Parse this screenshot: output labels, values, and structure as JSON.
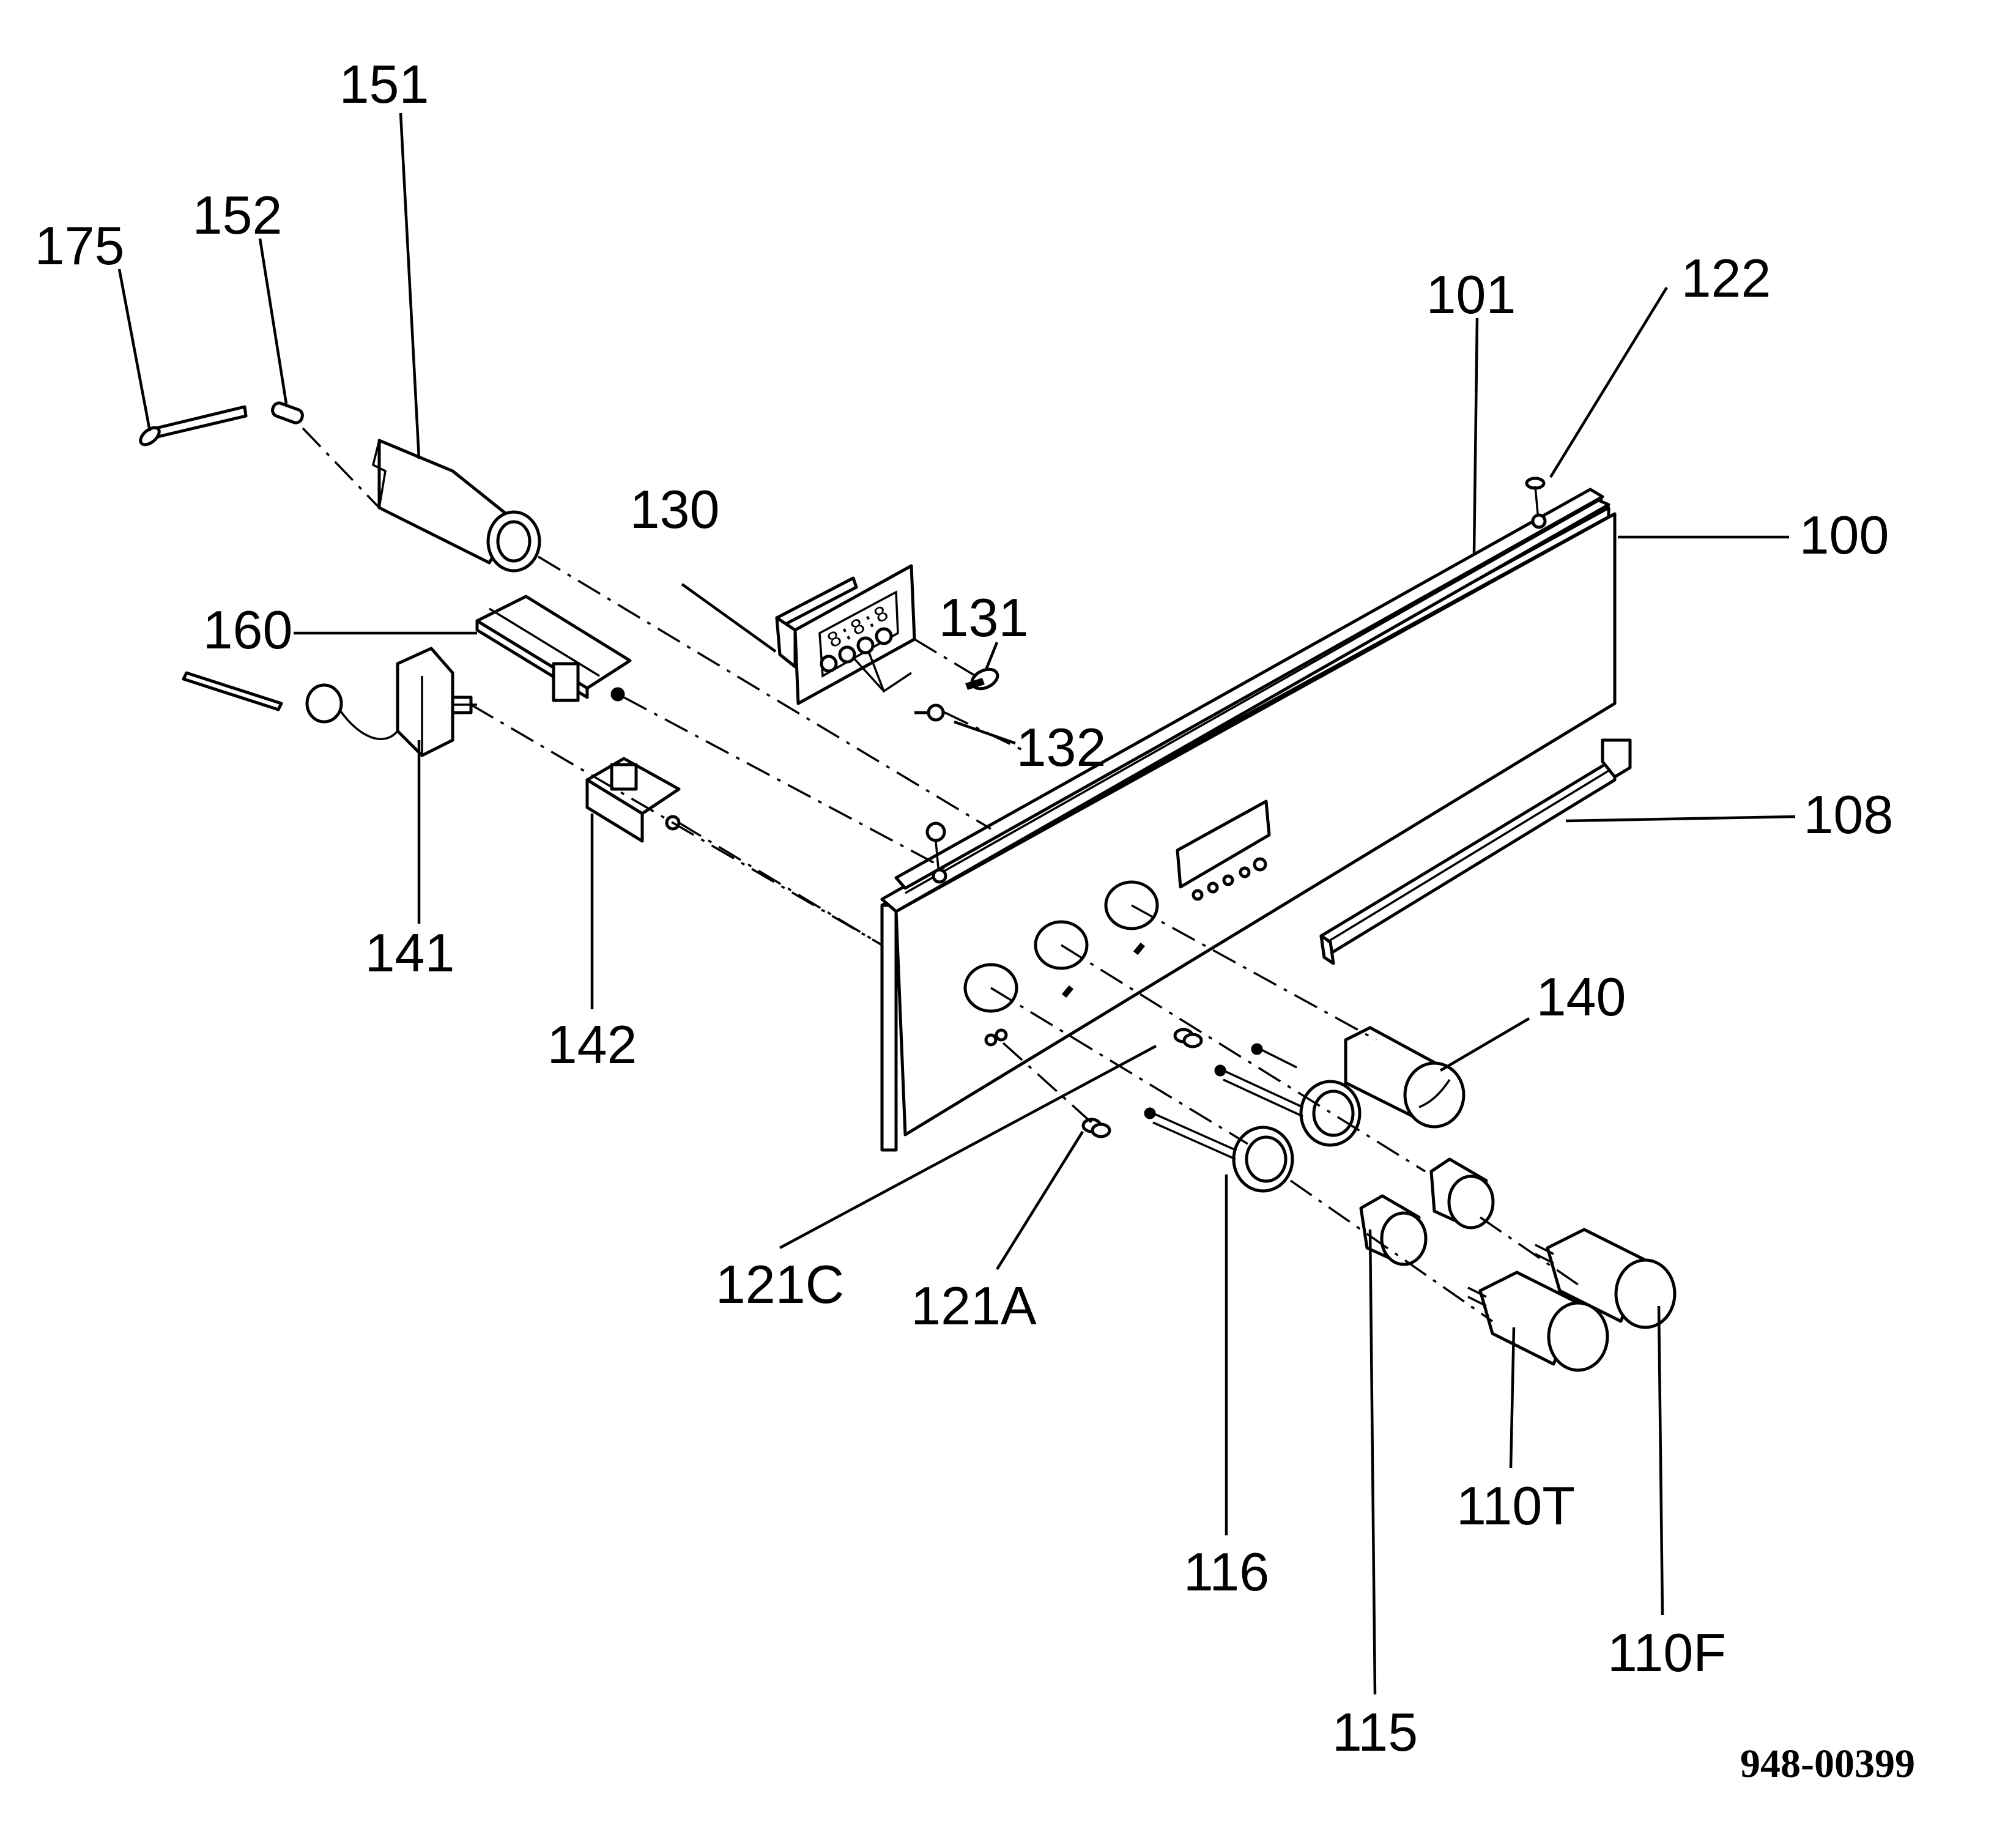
{
  "diagram": {
    "drawing_number": "948-00399",
    "parts": [
      {
        "id": "100",
        "label": "100"
      },
      {
        "id": "101",
        "label": "101"
      },
      {
        "id": "108",
        "label": "108"
      },
      {
        "id": "110F",
        "label": "110F"
      },
      {
        "id": "110T",
        "label": "110T"
      },
      {
        "id": "115",
        "label": "115"
      },
      {
        "id": "116",
        "label": "116"
      },
      {
        "id": "121A",
        "label": "121A"
      },
      {
        "id": "121C",
        "label": "121C"
      },
      {
        "id": "122",
        "label": "122"
      },
      {
        "id": "130",
        "label": "130"
      },
      {
        "id": "131",
        "label": "131"
      },
      {
        "id": "132",
        "label": "132"
      },
      {
        "id": "140",
        "label": "140"
      },
      {
        "id": "141",
        "label": "141"
      },
      {
        "id": "142",
        "label": "142"
      },
      {
        "id": "151",
        "label": "151"
      },
      {
        "id": "152",
        "label": "152"
      },
      {
        "id": "160",
        "label": "160"
      },
      {
        "id": "175",
        "label": "175"
      }
    ]
  }
}
